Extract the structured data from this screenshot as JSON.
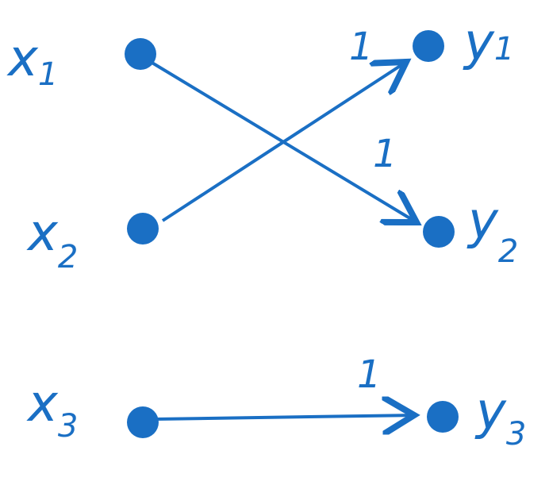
{
  "color": "#1a6fc4",
  "nodes": {
    "x1": {
      "label": "x",
      "sub": "1"
    },
    "x2": {
      "label": "x",
      "sub": "2"
    },
    "x3": {
      "label": "x",
      "sub": "3"
    },
    "y1": {
      "label": "y",
      "sub": "1"
    },
    "y2": {
      "label": "y",
      "sub": "2"
    },
    "y3": {
      "label": "y",
      "sub": "3"
    }
  },
  "edges": [
    {
      "from": "x1",
      "to": "y2",
      "weight": "1"
    },
    {
      "from": "x2",
      "to": "y1",
      "weight": "1"
    },
    {
      "from": "x3",
      "to": "y3",
      "weight": "1"
    }
  ]
}
